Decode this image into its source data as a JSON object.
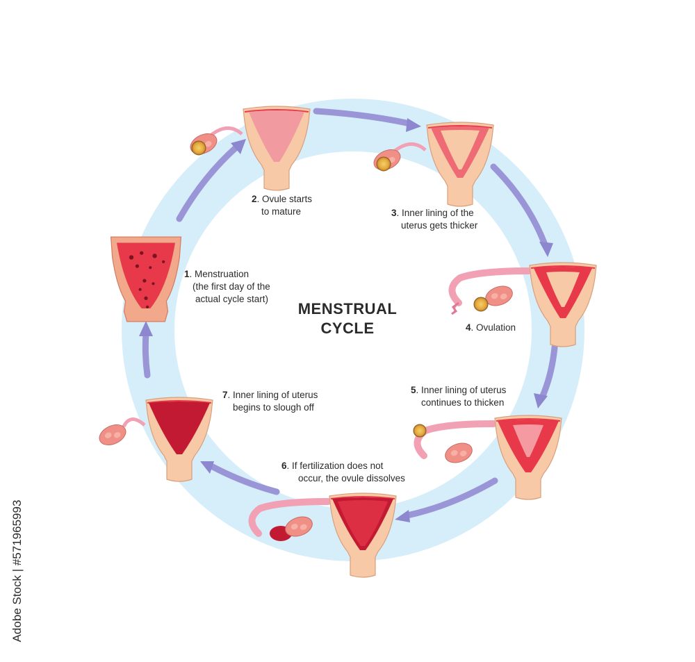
{
  "title": {
    "line1": "MENSTRUAL",
    "line2": "CYCLE"
  },
  "steps": [
    {
      "num": "1",
      "lines": [
        ". Menstruation",
        "(the first day of the",
        "actual cycle start)"
      ]
    },
    {
      "num": "2",
      "lines": [
        ". Ovule starts",
        "to mature"
      ]
    },
    {
      "num": "3",
      "lines": [
        ". Inner lining of the",
        "uterus gets thicker"
      ]
    },
    {
      "num": "4",
      "lines": [
        ". Ovulation"
      ]
    },
    {
      "num": "5",
      "lines": [
        ". Inner lining of uterus",
        "continues to thicken"
      ]
    },
    {
      "num": "6",
      "lines": [
        ". If fertilization does not",
        "occur, the ovule dissolves"
      ]
    },
    {
      "num": "7",
      "lines": [
        ". Inner lining of uterus",
        "begins to slough off"
      ]
    }
  ],
  "watermark": "Adobe Stock | #571965993",
  "colors": {
    "ring": "#d6eefa",
    "arrow": "#9a95d6",
    "uterus_skin": "#f7c9a6",
    "lining": "#e8394a",
    "lining_dark": "#c21a32",
    "tube_pink": "#f2a0b4",
    "ovary": "#f08f86"
  }
}
